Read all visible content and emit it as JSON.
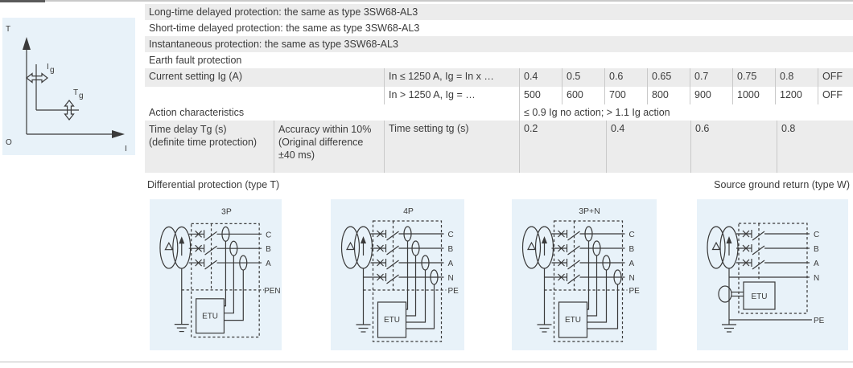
{
  "colors": {
    "panel_blue": "#e8f2f9",
    "row_gray": "#ececec",
    "rule_gray": "#c9c9c9",
    "text": "#3b3b3b"
  },
  "curve": {
    "t_axis": "T",
    "i_axis": "I",
    "origin": "O",
    "ig_base": "I",
    "ig_sub": "g",
    "tg_base": "T",
    "tg_sub": "g"
  },
  "table": {
    "long_time": "Long-time delayed protection: the same as type 3SW68-AL3",
    "short_time": "Short-time delayed protection: the same as type 3SW68-AL3",
    "instantaneous": "Instantaneous protection: the same as type 3SW68-AL3",
    "earth_fault": "Earth fault protection",
    "current_setting": {
      "label": "Current setting Ig (A)",
      "cond1": "In ≤ 1250 A, Ig = In x …",
      "cond1_values": [
        "0.4",
        "0.5",
        "0.6",
        "0.65",
        "0.7",
        "0.75",
        "0.8",
        "OFF"
      ],
      "cond2": "In > 1250 A, Ig = …",
      "cond2_values": [
        "500",
        "600",
        "700",
        "800",
        "900",
        "1000",
        "1200",
        "OFF"
      ]
    },
    "action": {
      "label": "Action characteristics",
      "value": "≤ 0.9 Ig no action; > 1.1 Ig action"
    },
    "time_delay": {
      "label_line1": "Time delay Tg (s)",
      "label_line2": "(definite time protection)",
      "accuracy_line1": "Accuracy within 10%",
      "accuracy_line2": "(Original difference",
      "accuracy_line3": "±40 ms)",
      "setting_label": "Time setting tg (s)",
      "values": [
        "0.2",
        "0.4",
        "0.6",
        "0.8"
      ]
    }
  },
  "sections": {
    "differential": "Differential protection (type T)",
    "source_ground": "Source ground return (type W)"
  },
  "diagrams": {
    "d1": {
      "title": "3P",
      "lines": [
        "C",
        "B",
        "A"
      ],
      "bottom": "PEN",
      "etu": "ETU"
    },
    "d2": {
      "title": "4P",
      "lines": [
        "C",
        "B",
        "A",
        "N"
      ],
      "bottom": "PE",
      "etu": "ETU"
    },
    "d3": {
      "title": "3P+N",
      "lines": [
        "C",
        "B",
        "A",
        "N"
      ],
      "bottom": "PE",
      "etu": "ETU"
    },
    "d4": {
      "lines": [
        "C",
        "B",
        "A",
        "N"
      ],
      "bottom": "PE",
      "etu": "ETU"
    }
  }
}
